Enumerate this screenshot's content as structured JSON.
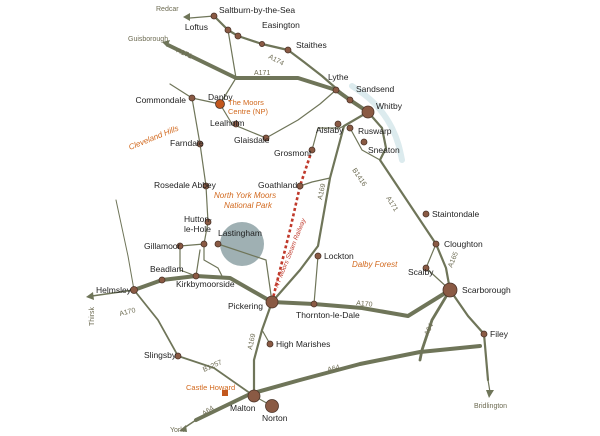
{
  "colors": {
    "road": "#6f7559",
    "railway": "#c0392b",
    "town_fill": "#8a5a44",
    "accent": "#d2691e",
    "coast": "#dcebee",
    "park_circle": "#9fb0b3"
  },
  "towns": {
    "saltburn": "Saltburn-by-the-Sea",
    "easington": "Easington",
    "loftus": "Loftus",
    "staithes": "Staithes",
    "lythe": "Lythe",
    "sandsend": "Sandsend",
    "whitby": "Whitby",
    "commondale": "Commondale",
    "danby": "Danby",
    "lealholm": "Lealholm",
    "glaisdale": "Glaisdale",
    "aislaby": "Aislaby",
    "ruswarp": "Ruswarp",
    "sneaton": "Sneaton",
    "grosmont": "Grosmont",
    "farndale": "Farndale",
    "goathland": "Goathland",
    "rosedale_abbey": "Rosedale Abbey",
    "hutton_line1": "Hutton-",
    "hutton_line2": "le-Hole",
    "lastingham": "Lastingham",
    "gillamoor": "Gillamoor",
    "beadlam": "Beadlam",
    "kirkbymoorside": "Kirkbymoorside",
    "helmsley": "Helmsley",
    "pickering": "Pickering",
    "lockton": "Lockton",
    "thornton_le_dale": "Thornton-le-Dale",
    "staintondale": "Staintondale",
    "cloughton": "Cloughton",
    "scalby": "Scalby",
    "scarborough": "Scarborough",
    "filey": "Filey",
    "high_marishes": "High Marishes",
    "slingsby": "Slingsby",
    "malton": "Malton",
    "norton": "Norton"
  },
  "pois": {
    "moors_centre_line1": "The Moors",
    "moors_centre_line2": "Centre (NP)",
    "castle_howard": "Castle Howard"
  },
  "regions": {
    "cleveland_hills": "Cleveland Hills",
    "nym_line1": "North York Moors",
    "nym_line2": "National Park",
    "dalby_forest": "Dalby Forest"
  },
  "railway": {
    "name": "NY Moors Steam Railway"
  },
  "roads": {
    "a171_west": "A171",
    "a171_mid": "A171",
    "a174": "A174",
    "a169_north": "A169",
    "a169_south": "A169",
    "a170_west": "A170",
    "a170_east": "A170",
    "b1416": "B1416",
    "a171_south": "A171",
    "a165": "A165",
    "a64_east": "A64",
    "a64_mid": "A64",
    "a64_south": "A64",
    "b1257": "B1257"
  },
  "edge_destinations": {
    "redcar": "Redcar",
    "guisborough": "Guisborough",
    "thirsk": "Thirsk",
    "york": "York",
    "bridlington": "Bridlington"
  }
}
